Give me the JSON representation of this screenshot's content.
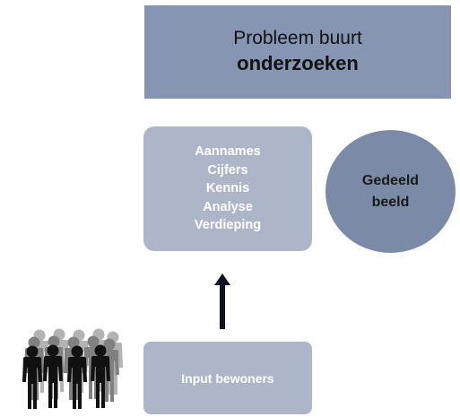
{
  "header_box": {
    "line1": "Probleem buurt",
    "line2": "onderzoeken"
  },
  "analysis_box": {
    "items": [
      "Aannames",
      "Cijfers",
      "Kennis",
      "Analyse",
      "Verdieping"
    ]
  },
  "shared_view": {
    "line1": "Gedeeld",
    "line2": "beeld"
  },
  "input_box": {
    "label": "Input bewoners"
  },
  "colors": {
    "header_fill": "#8595b2",
    "box_fill": "#adb6c9",
    "circle_fill": "#7b8ba7",
    "arrow": "#0d1320"
  },
  "icons": {
    "people": "residents-group-icon",
    "arrow": "arrow-up-icon"
  }
}
